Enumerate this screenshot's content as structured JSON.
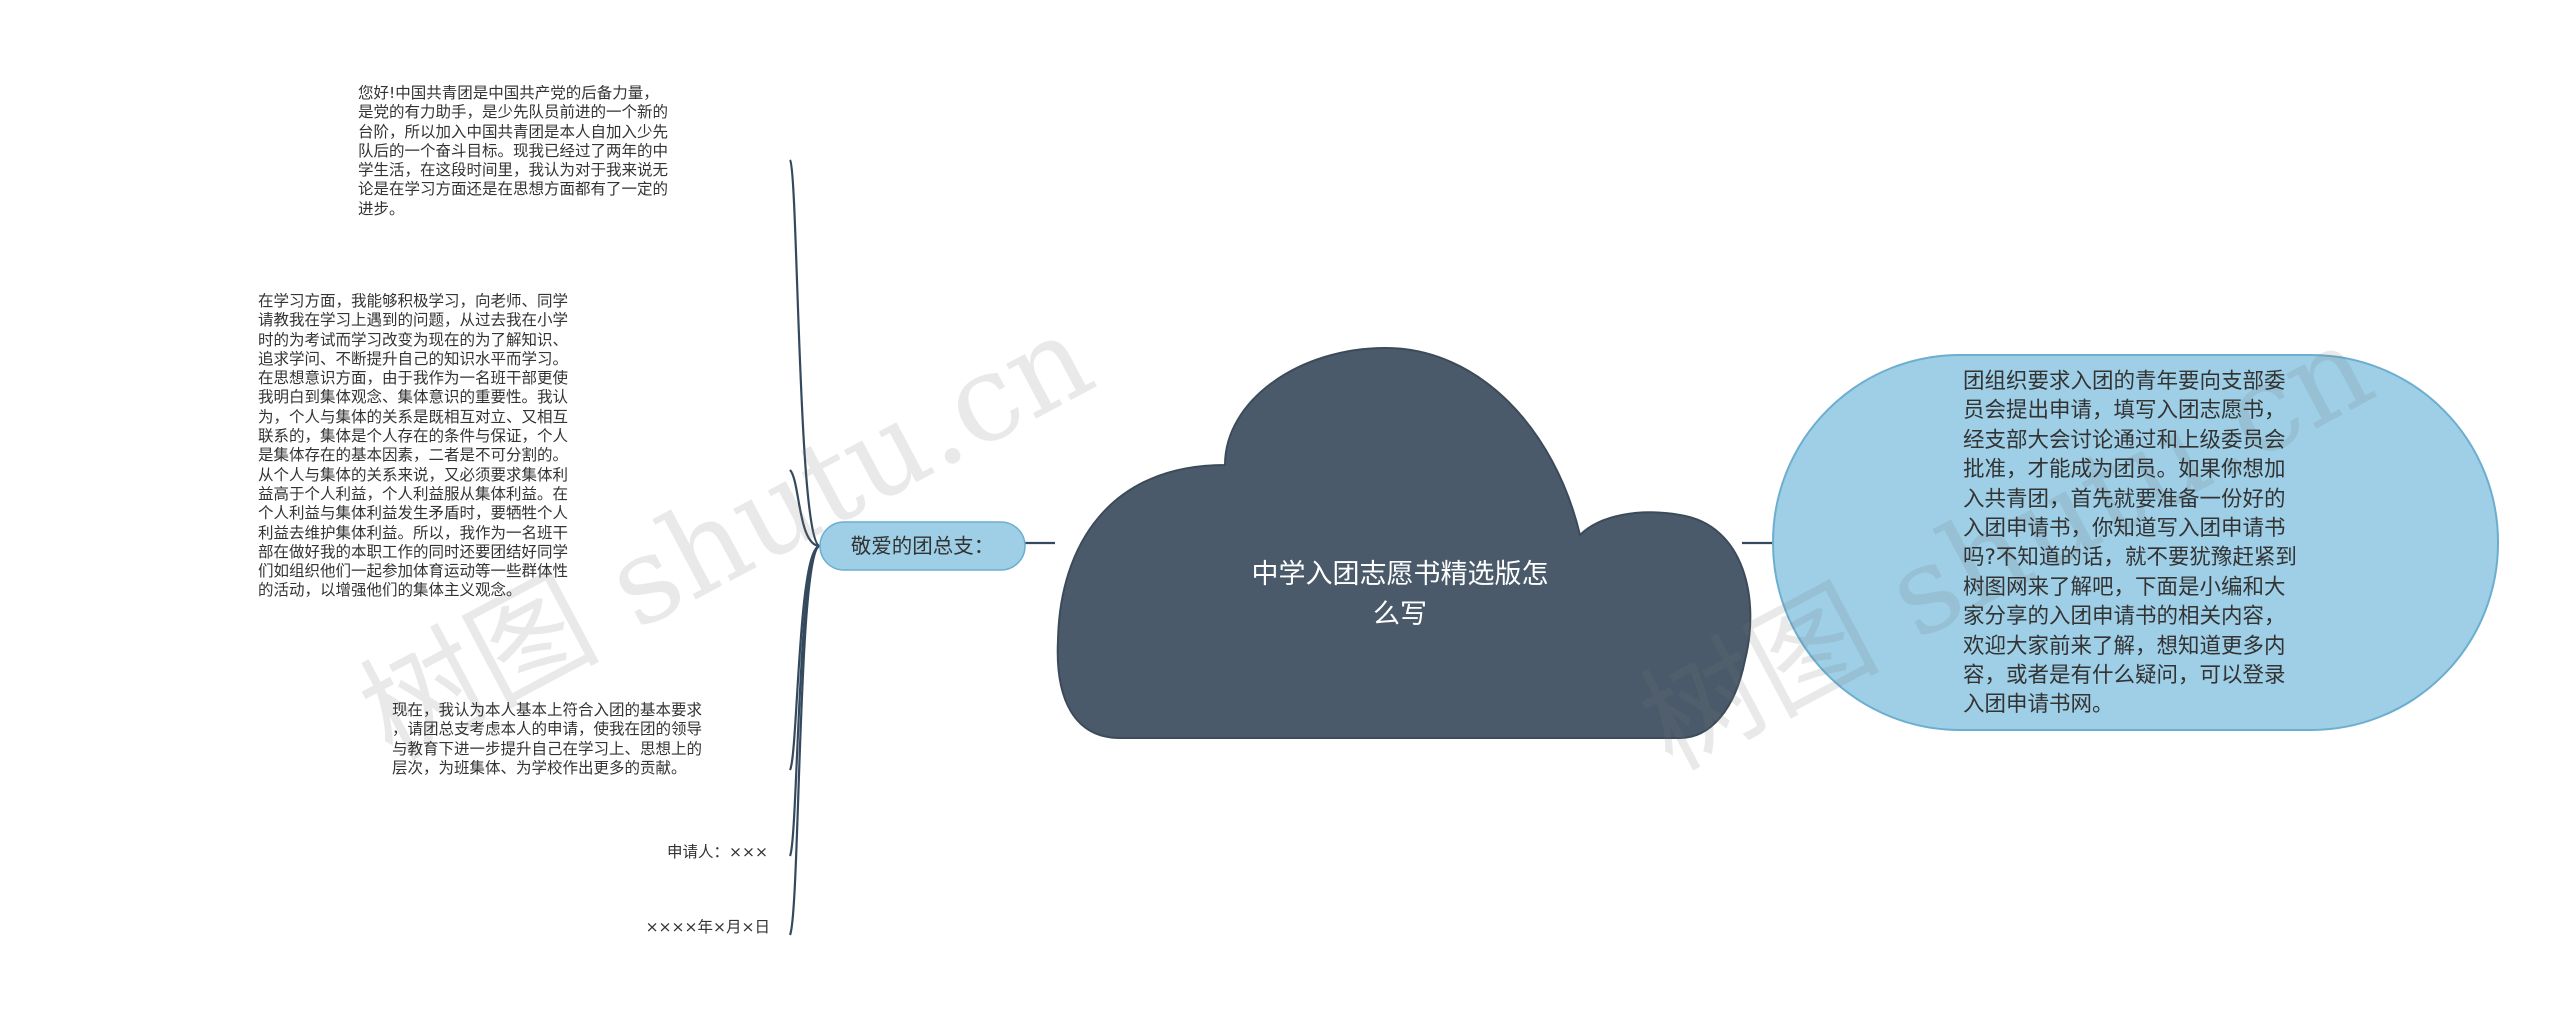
{
  "colors": {
    "central_fill": "#4a5a6a",
    "bubble_fill": "#9ecfe6",
    "bubble_stroke": "#6baed0",
    "line": "#34495e"
  },
  "central": {
    "title": "中学入团志愿书精选版怎\n么写"
  },
  "right_node": {
    "text": "团组织要求入团的青年要向支部委\n员会提出申请，填写入团志愿书，\n经支部大会讨论通过和上级委员会\n批准，才能成为团员。如果你想加\n入共青团，首先就要准备一份好的\n入团申请书，你知道写入团申请书\n吗?不知道的话，就不要犹豫赶紧到\n树图网来了解吧，下面是小编和大\n家分享的入团申请书的相关内容，\n欢迎大家前来了解，想知道更多内\n容，或者是有什么疑问，可以登录\n入团申请书网。"
  },
  "left_branch": {
    "label": "敬爱的团总支：",
    "leaves": [
      {
        "text": "您好!中国共青团是中国共产党的后备力量，\n是党的有力助手，是少先队员前进的一个新的\n台阶，所以加入中国共青团是本人自加入少先\n队后的一个奋斗目标。现我已经过了两年的中\n学生活，在这段时间里，我认为对于我来说无\n论是在学习方面还是在思想方面都有了一定的\n进步。"
      },
      {
        "text": "在学习方面，我能够积极学习，向老师、同学\n请教我在学习上遇到的问题，从过去我在小学\n时的为考试而学习改变为现在的为了解知识、\n追求学问、不断提升自己的知识水平而学习。\n在思想意识方面，由于我作为一名班干部更使\n我明白到集体观念、集体意识的重要性。我认\n为，个人与集体的关系是既相互对立、又相互\n联系的，集体是个人存在的条件与保证，个人\n是集体存在的基本因素，二者是不可分割的。\n从个人与集体的关系来说，又必须要求集体利\n益高于个人利益，个人利益服从集体利益。在\n个人利益与集体利益发生矛盾时，要牺牲个人\n利益去维护集体利益。所以，我作为一名班干\n部在做好我的本职工作的同时还要团结好同学\n们如组织他们一起参加体育运动等一些群体性\n的活动，以增强他们的集体主义观念。"
      },
      {
        "text": "现在，我认为本人基本上符合入团的基本要求\n，请团总支考虑本人的申请，使我在团的领导\n与教育下进一步提升自己在学习上、思想上的\n层次，为班集体、为学校作出更多的贡献。"
      },
      {
        "text": "申请人：×××"
      },
      {
        "text": "××××年×月×日"
      }
    ]
  },
  "watermarks": [
    "树图 shutu.cn",
    "树图 shutu.cn"
  ]
}
